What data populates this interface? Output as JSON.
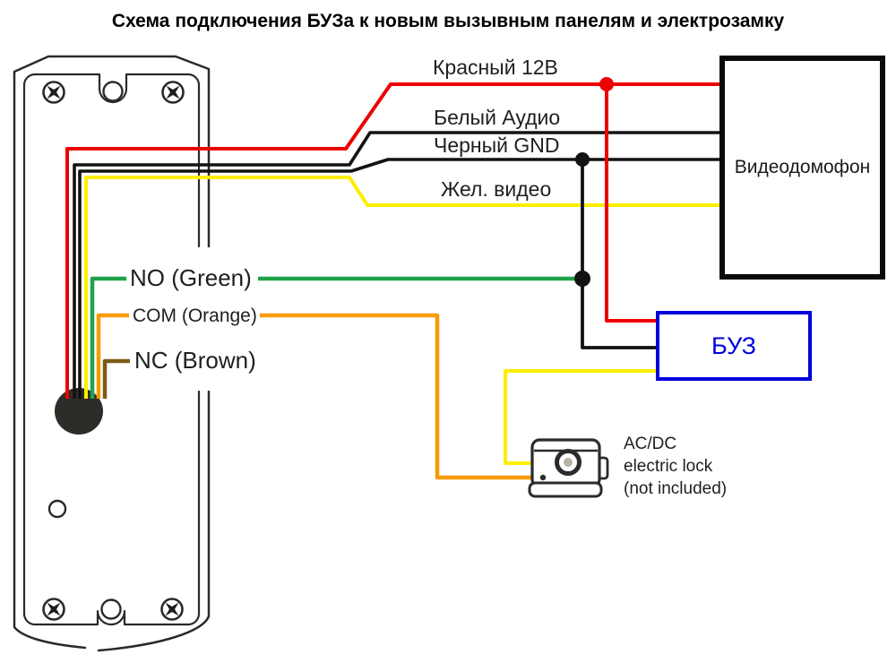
{
  "title": "Схема подключения БУЗа к новым вызывным панелям и электрозамку",
  "panel_wires": {
    "red_label": "Красный 12В",
    "white_label": "Белый Аудио",
    "black_label": "Черный GND",
    "yellow_label": "Жел. видео",
    "no_label": "NO (Green)",
    "com_label": "COM (Orange)",
    "nc_label": "NC (Brown)"
  },
  "devices": {
    "intercom_label": "Видеодомофон",
    "buz_label": "БУЗ",
    "lock_line1": "AC/DC",
    "lock_line2": "electric lock",
    "lock_line3": "(not included)"
  },
  "colors": {
    "red": "#ee0000",
    "black": "#121212",
    "yellow": "#fdee00",
    "green": "#21a24b",
    "orange": "#f79b00",
    "brown": "#7b5b17",
    "blue": "#0000dd",
    "outline": "#2a2a2a"
  }
}
